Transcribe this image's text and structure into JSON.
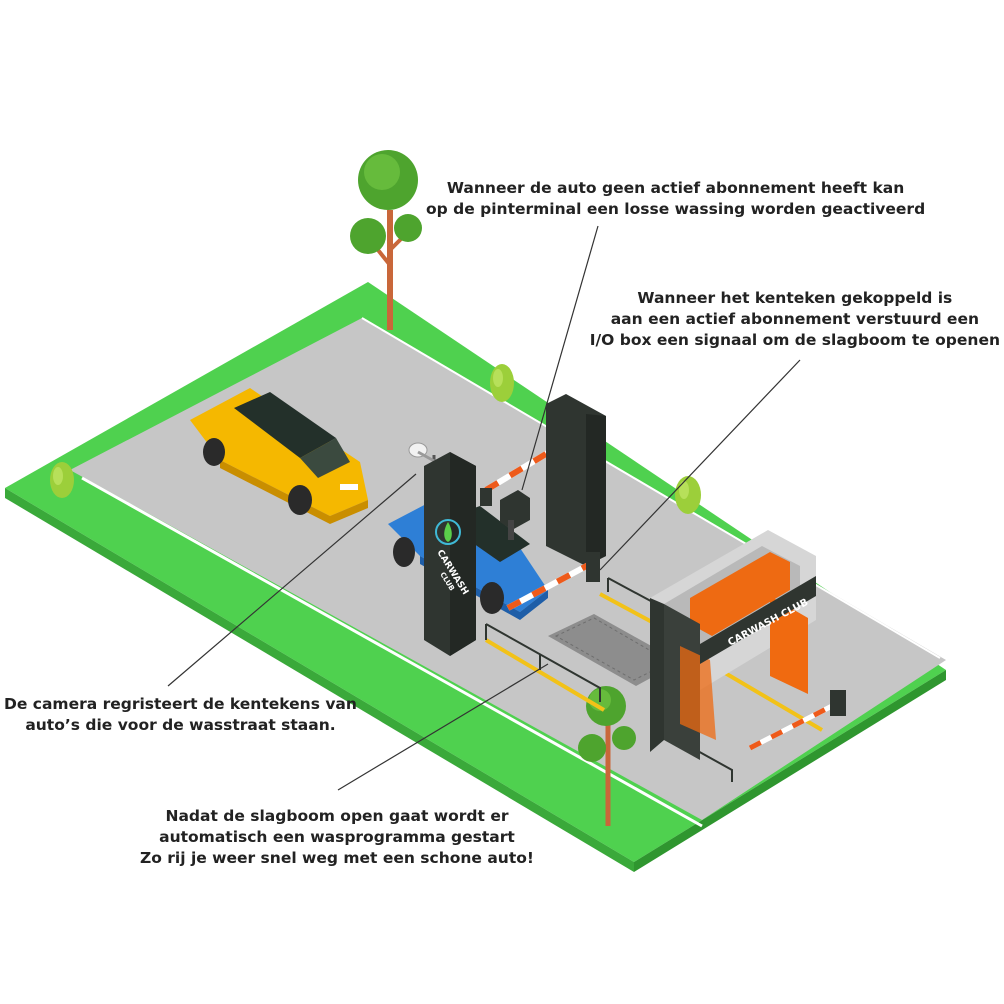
{
  "annotations": {
    "pinterminal": {
      "lines": [
        "Wanneer de auto geen actief abonnement heeft kan",
        "op de pinterminal een losse wassing worden geactiveerd"
      ]
    },
    "io_box": {
      "lines": [
        "Wanneer het kenteken gekoppeld is",
        "aan een actief abonnement verstuurd een",
        "I/O box een signaal om de slagboom te openen"
      ]
    },
    "camera": {
      "lines": [
        "De camera regristeert de kentekens van",
        "auto’s die voor de wasstraat staan."
      ]
    },
    "barrier": {
      "lines": [
        "Nadat de slagboom open gaat wordt er",
        "automatisch een wasprogramma gestart",
        "Zo rij je weer snel weg met een schone auto!"
      ]
    }
  },
  "signage": {
    "pillar_brand": "CARWASH",
    "pillar_sub": "CLUB",
    "gantry_brand": "CARWASH CLUB"
  },
  "colors": {
    "grass": "#4fd14f",
    "road": "#c6c6c6",
    "dark_panel": "#2f3530",
    "barrier_orange": "#ee5a1a",
    "wash_brush": "#f06a10",
    "gantry_frame": "#d6d6d6",
    "car_yellow": "#f5b800",
    "car_blue": "#2e7fd6",
    "trim_yellow": "#f2c218",
    "tree_green": "#4ea42e",
    "trunk": "#c9673a",
    "leader_line": "#333333"
  }
}
